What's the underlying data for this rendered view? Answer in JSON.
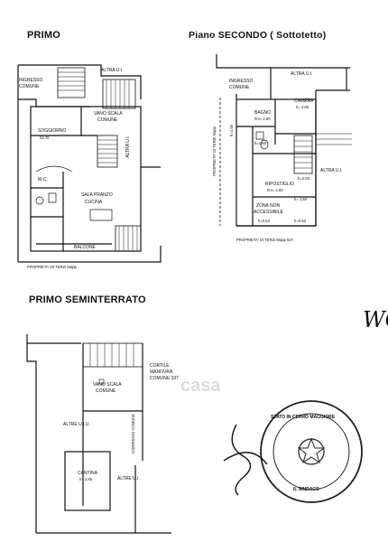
{
  "titles": {
    "primo": "PRIMO",
    "secondo": "Piano  SECONDO ( Sottotetto)",
    "seminterrato": "PRIMO SEMINTERRATO"
  },
  "primo": {
    "altra_top": "ALTRA U.I.",
    "ingresso": "INGRESSO",
    "comune": "COMUNE",
    "vano_scala": "VANO SCALA",
    "vano_scala_comune": "COMUNE",
    "soggiorno": "SOGGIORNO",
    "soggiorno_area": "h2.70",
    "altra_side": "ALTRA U.I.",
    "wc": "W.C.",
    "sala": "SALA PRANZO",
    "cucina": "CUCINA",
    "balcone": "BALCONE",
    "proprieta": "PROPRIETA' DI TERZI Mapp"
  },
  "secondo": {
    "ingresso": "INGRESSO",
    "comune": "COMUNE",
    "altra_top": "ALTRA U.I.",
    "camera": "CAMERA",
    "camera_h": "h= 2.85",
    "bagno": "BAGNO",
    "bagno_h": "hm= 2.60",
    "ripostiglio": "RIPOSTIGLIO",
    "ripostiglio_h": "hm= 2.50",
    "altra_side": "ALTRA U.I.",
    "zona1": "ZONA NON",
    "zona2": "ACCESSIBILE",
    "proprieta_side": "PROPRIETA' DI TERZI Mapp",
    "proprieta_bottom": "PROPRIETA' DI TERZI Mapp 627",
    "h_158": "h=1.58",
    "h_150": "h=1.50",
    "h_200": "h=2.00",
    "h_053": "h=0.53",
    "h_053b": "h=0.53",
    "h_150b": "h= 1.50"
  },
  "seminterrato": {
    "vano_scala": "VANO SCALA",
    "comune": "COMUNE",
    "cortile1": "CORTILE",
    "cortile2": "MANOVRA",
    "cortile3": "COMUNE 337",
    "altre": "ALTRE U.I.U.",
    "corridoio": "CORRIDOIO COMUNE",
    "cantina": "CANTINA",
    "cantina_h": "h= 2.85",
    "altre2": "ALTRE U.I.",
    "watermark": "casa"
  },
  "stamp": {
    "text_top": "STATO IN CERRO MAGGIORE",
    "text_bottom": "IL SINDACO"
  },
  "handwriting": "WC"
}
